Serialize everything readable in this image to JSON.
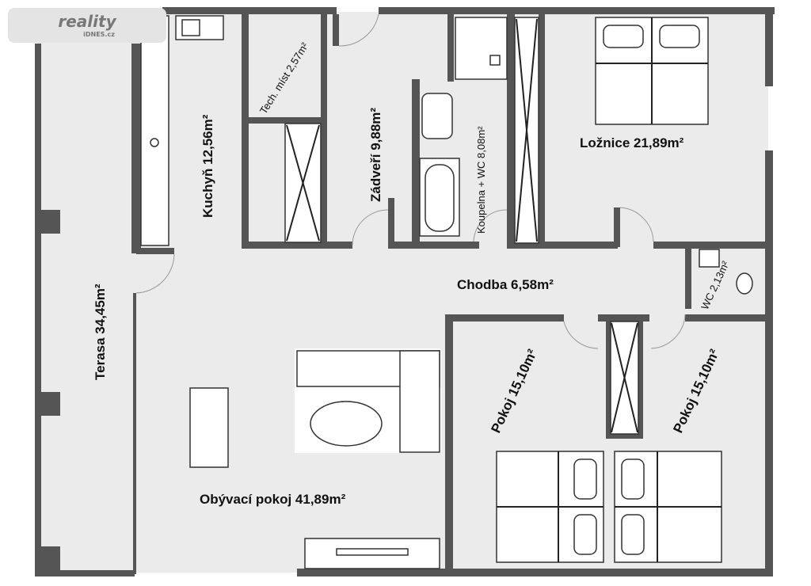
{
  "logo": {
    "name": "reality",
    "sub": "iDNES.cz"
  },
  "rooms": {
    "terasa": "Terasa 34,45m²",
    "kuchyn": "Kuchyň 12,56m²",
    "tech": "Tech. míst 2,57m²",
    "zadveri": "Zádveří 9,88m²",
    "koupelna": "Koupelna + WC 8,08m²",
    "loznice": "Ložnice 21,89m²",
    "chodba": "Chodba 6,58m²",
    "wc": "WC 2,13m²",
    "pokoj1": "Pokoj 15,10m²",
    "pokoj2": "Pokoj 15,10m²",
    "obyvaci": "Obývací pokoj 41,89m²"
  }
}
